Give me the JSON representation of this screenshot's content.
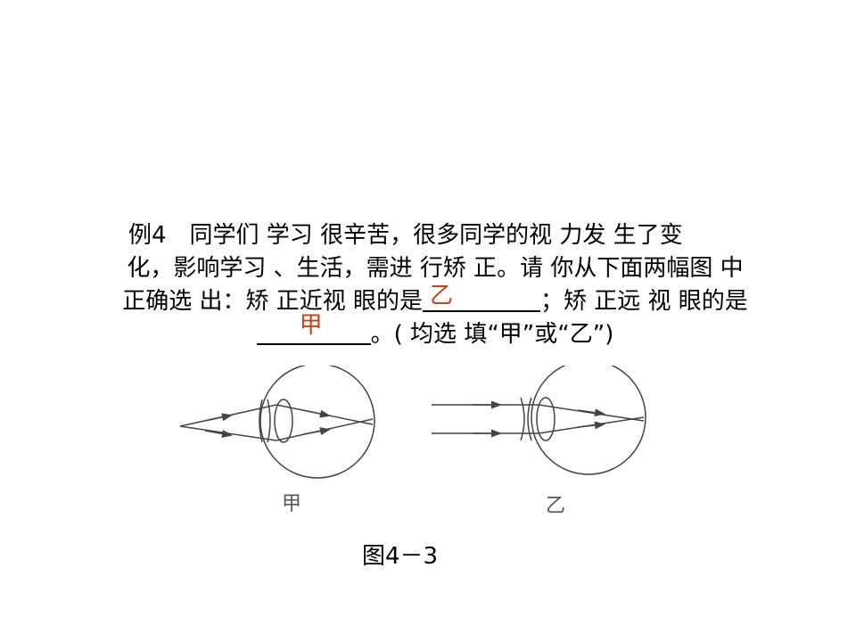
{
  "question": {
    "line1": "例4　同学们 学习 很辛苦，很多同学的视 力发 生了变",
    "line2": "化，影响学习 、生活，需进 行矫 正。请 你从下面两幅图 中",
    "line3_prefix": "正确选 出：矫 正近视 眼的是",
    "answer_near": "乙",
    "line3_suffix": "；矫 正远 视 眼的是",
    "answer_far": "甲",
    "line4_suffix": "。( 均选 填“甲”或“乙”)"
  },
  "diagrams": {
    "left_label": "甲",
    "right_label": "乙"
  },
  "caption": "图4－3",
  "colors": {
    "answer": "#c0451c"
  }
}
